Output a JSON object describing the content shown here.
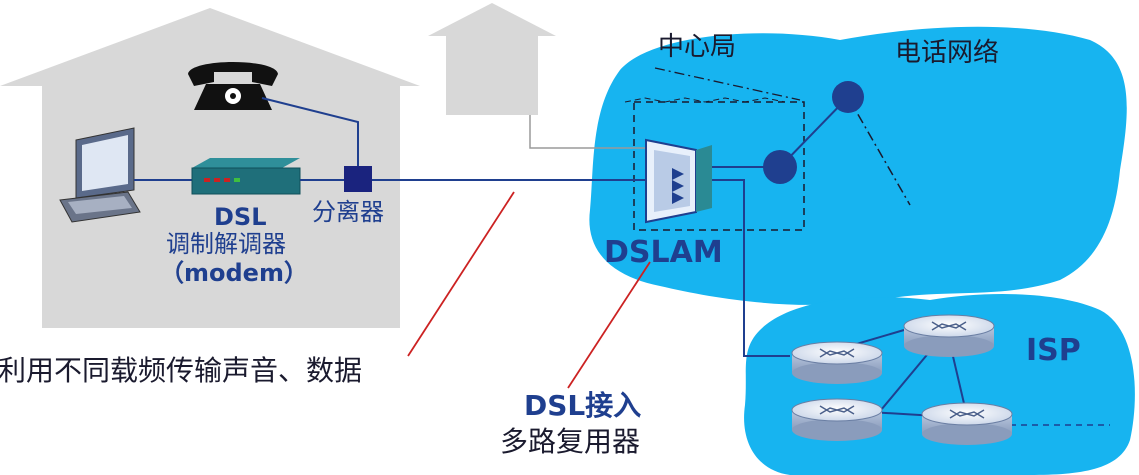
{
  "labels": {
    "central_office": "中心局",
    "telephone_network": "电话网络",
    "splitter": "分离器",
    "dsl_modem_line1": "DSL",
    "dsl_modem_line2": "调制解调器",
    "dsl_modem_line3": "（modem）",
    "dslam": "DSLAM",
    "isp": "ISP",
    "freq_note": "利用不同载频传输声音、数据",
    "dslam_desc_line1": "DSL接入",
    "dslam_desc_line2": "多路复用器"
  },
  "icons": {
    "telephone": "telephone-icon",
    "computer": "computer-icon",
    "modem": "dsl-modem-icon",
    "splitter": "splitter-box-icon",
    "dslam": "dslam-icon",
    "router": "router-icon",
    "switch_node": "network-node-icon"
  },
  "colors": {
    "network_cloud": "#17b4f0",
    "house": "#d8d8d8",
    "link": "#1f3f8f",
    "annotation_line": "#cc2222",
    "label_blue": "#1f3f8f"
  }
}
